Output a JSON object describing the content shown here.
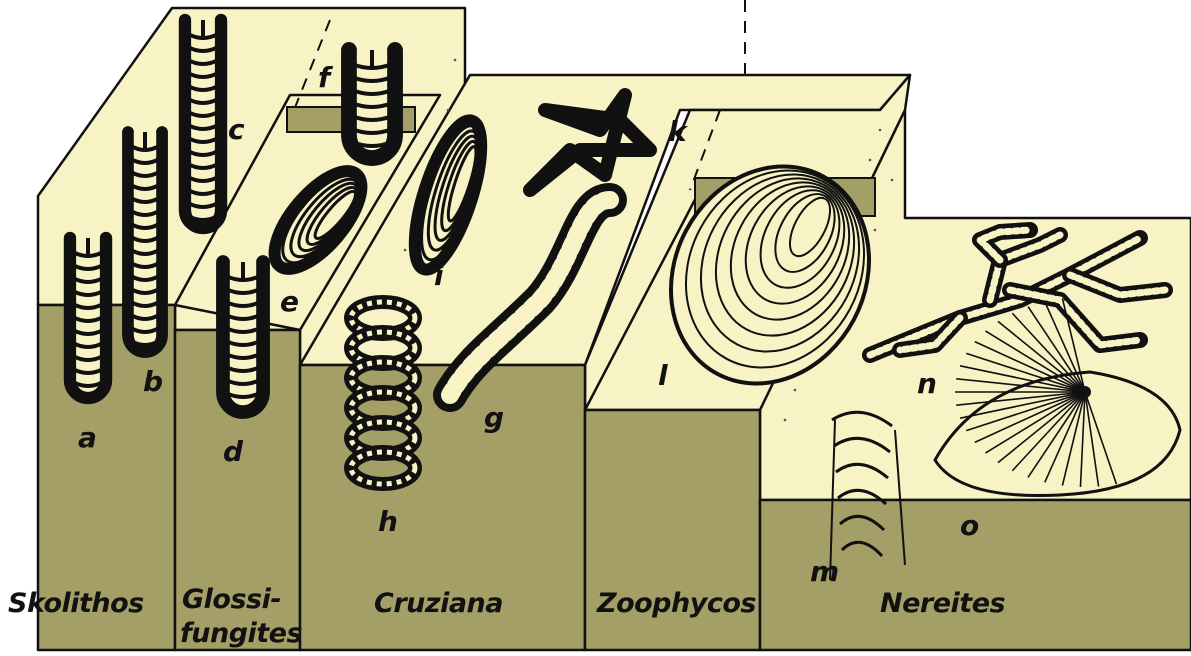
{
  "colors": {
    "surface": "#F7F3C4",
    "section": "#A49F66",
    "trace_fill": "#111111",
    "trace_inner": "#F7F3C4",
    "band": "#A49F66"
  },
  "facies": [
    {
      "key": "skolithos",
      "label": "Skolithos"
    },
    {
      "key": "glossifungites",
      "label_line1": "Glossi-",
      "label_line2": "fungites"
    },
    {
      "key": "cruziana",
      "label": "Cruziana"
    },
    {
      "key": "zoophycos",
      "label": "Zoophycos"
    },
    {
      "key": "nereites",
      "label": "Nereites"
    }
  ],
  "traces": [
    {
      "letter": "a",
      "icon": "u-tube-burrow-icon"
    },
    {
      "letter": "b",
      "icon": "u-tube-burrow-icon"
    },
    {
      "letter": "c",
      "icon": "u-tube-burrow-icon"
    },
    {
      "letter": "d",
      "icon": "u-tube-burrow-icon"
    },
    {
      "letter": "e",
      "icon": "spreite-burrow-icon"
    },
    {
      "letter": "f",
      "icon": "u-tube-burrow-icon"
    },
    {
      "letter": "g",
      "icon": "meandering-trail-icon"
    },
    {
      "letter": "h",
      "icon": "spiral-burrow-icon"
    },
    {
      "letter": "i",
      "icon": "spreite-burrow-icon"
    },
    {
      "letter": "k",
      "icon": "branched-burrow-icon"
    },
    {
      "letter": "l",
      "icon": "zoophycos-spreite-icon"
    },
    {
      "letter": "m",
      "icon": "spiral-spreite-icon"
    },
    {
      "letter": "n",
      "icon": "branching-network-icon"
    },
    {
      "letter": "o",
      "icon": "fan-trace-icon"
    }
  ]
}
